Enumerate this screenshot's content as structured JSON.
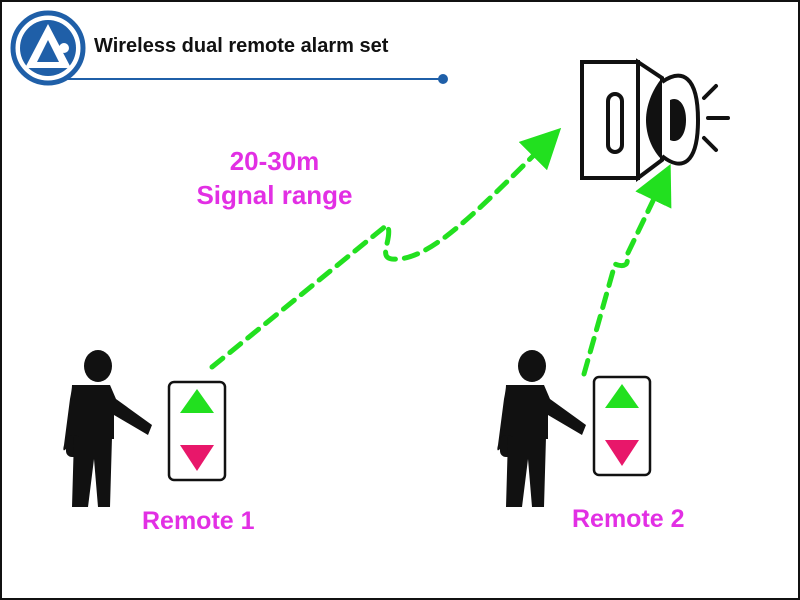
{
  "header": {
    "title": "Wireless dual remote alarm set",
    "logo_icon": "triangle-logo-icon"
  },
  "diagram": {
    "signal_range_value": "20-30m",
    "signal_range_text": "Signal range",
    "signal_color": "#22e01f",
    "label_color": "#e22fe4",
    "speaker_icon": "loudspeaker-icon",
    "remotes": [
      {
        "label": "Remote 1",
        "up_button_color": "#22e01f",
        "down_button_color": "#e8176a"
      },
      {
        "label": "Remote 2",
        "up_button_color": "#22e01f",
        "down_button_color": "#e8176a"
      }
    ]
  },
  "colors": {
    "logo_blue": "#1f5fa8",
    "border": "#111111"
  }
}
